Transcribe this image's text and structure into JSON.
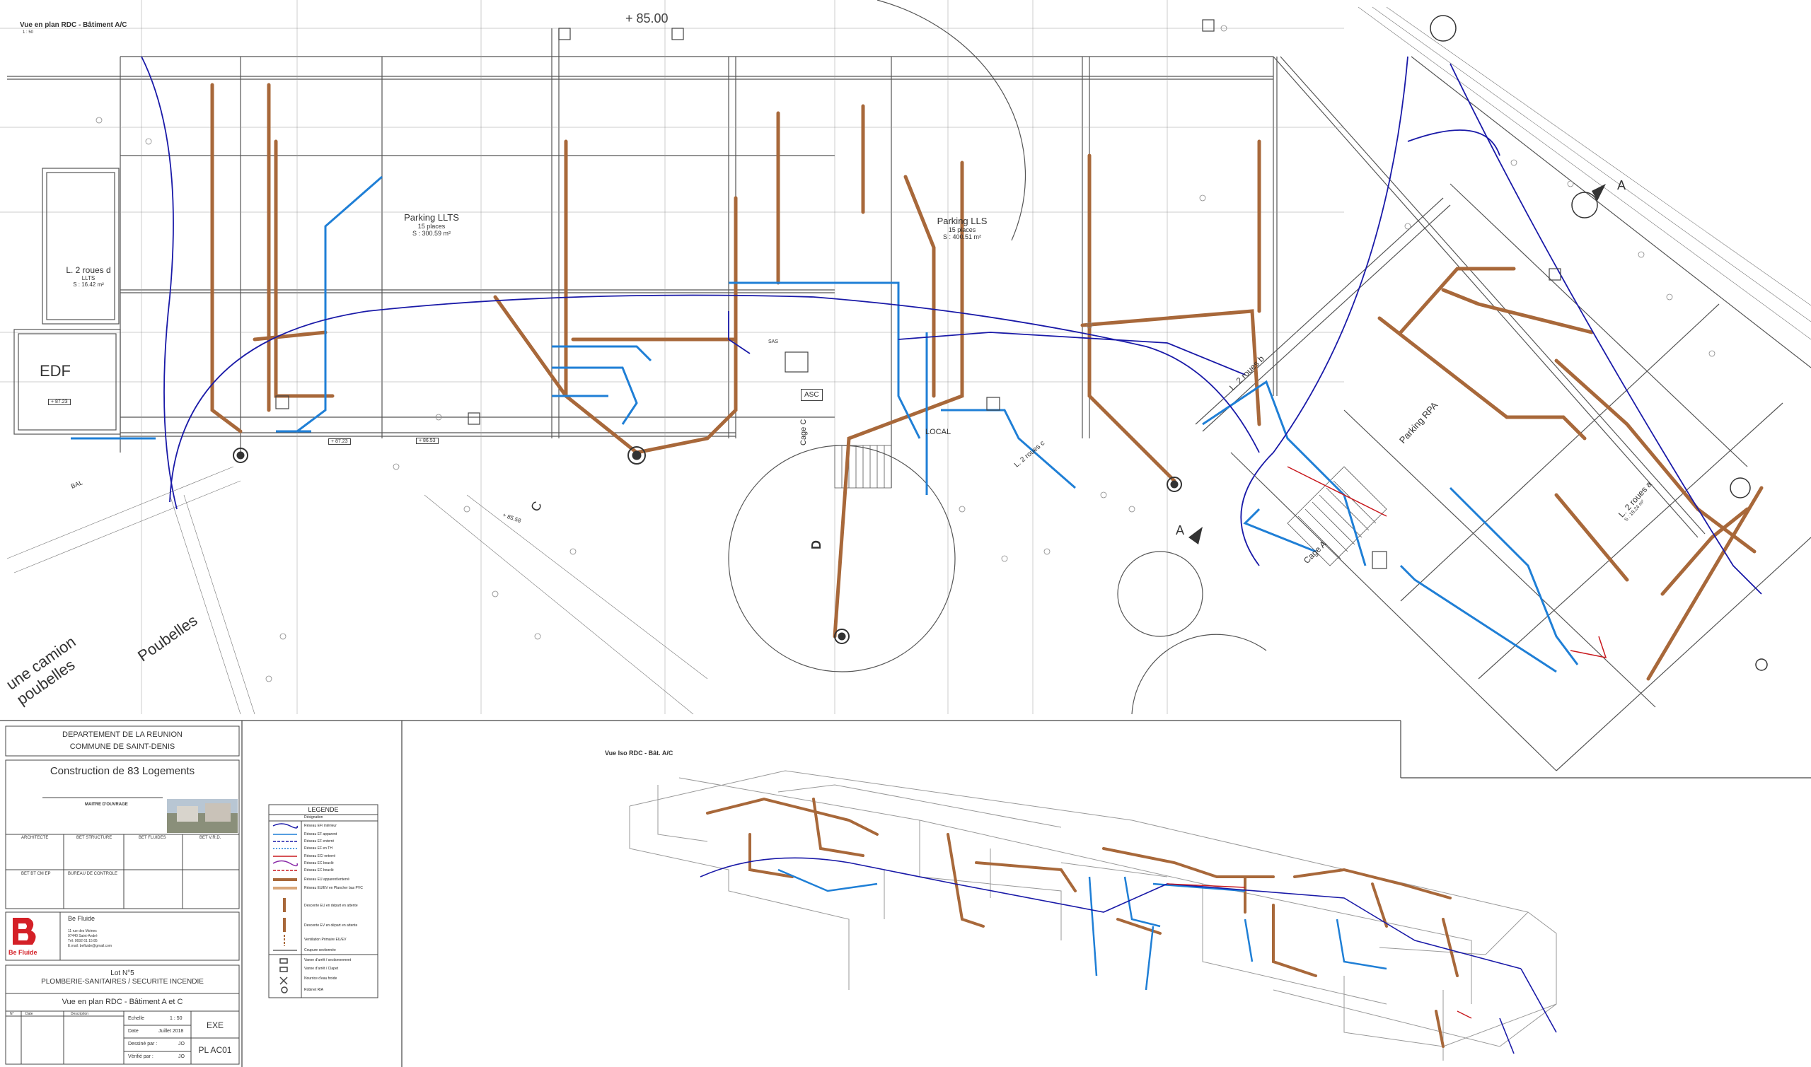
{
  "drawing": {
    "plan_title": "Vue en plan RDC - Bâtiment A/C",
    "plan_scale": "1 : 50",
    "iso_title": "Vue Iso RDC - Bât. A/C",
    "level_mark": "+ 85.00",
    "colors": {
      "water": "#1f7fd6",
      "cold": "#1a1aa8",
      "hot": "#c8191e",
      "drain": "#a8683a",
      "wall": "#555555"
    }
  },
  "rooms": [
    {
      "name": "Parking LLTS",
      "line2": "15 places",
      "line3": "S : 300.59 m²"
    },
    {
      "name": "Parking LLS",
      "line2": "15 places",
      "line3": "S : 400.51 m²"
    },
    {
      "name": "L. 2 roues d",
      "line2": "LLTS",
      "line3": "S : 16.42 m²"
    },
    {
      "name": "EDF"
    },
    {
      "name": "Parking RPA"
    },
    {
      "name": "L. 2 roues a",
      "line3": "S : 18.24 m²"
    },
    {
      "name": "L. 2 roues b"
    },
    {
      "name": "L. 2 roues c"
    },
    {
      "name": "LOCAL"
    },
    {
      "name": "Cage C"
    },
    {
      "name": "Cage A"
    },
    {
      "name": "ASC"
    },
    {
      "name": "SAS"
    },
    {
      "name": "BAL"
    },
    {
      "name": "Poubelles"
    },
    {
      "name": "une camion poubelles"
    }
  ],
  "levels": [
    "+ 87.23",
    "+ 87.23",
    "+ 86.53",
    "+ 85.58"
  ],
  "sections": {
    "a": "A",
    "c": "C",
    "d": "D"
  },
  "title_block": {
    "department": "DEPARTEMENT DE LA REUNION",
    "commune": "COMMUNE DE SAINT-DENIS",
    "project": "Construction de 83 Logements",
    "owner": "MAITRE D'OUVRAGE",
    "roles": [
      "ARCHITECTE",
      "BET STRUCTURE",
      "BET FLUIDES",
      "BET V.R.D."
    ],
    "roles2": [
      "BET BT CM EP",
      "BUREAU DE CONTROLE"
    ],
    "company": "Be Fluide",
    "company_logo_text": "Be Fluide",
    "address": [
      "11 rue des Moines",
      "97440 Saint-André",
      "Tél: 0692 61 15 85",
      "E.mail: befluide@gmail.com"
    ],
    "lot": "Lot N°5",
    "lot_desc": "PLOMBERIE-SANITAIRES / SECURITE INCENDIE",
    "sheet_title": "Vue en plan RDC - Bâtiment A et C",
    "rev_headers": [
      "N°",
      "Date",
      "Description"
    ],
    "meta": [
      {
        "k": "Echelle",
        "v": "1 : 50"
      },
      {
        "k": "Date",
        "v": "Juillet 2018"
      },
      {
        "k": "Dessiné par :",
        "v": "JO"
      },
      {
        "k": "Vérifié par :",
        "v": "JO"
      }
    ],
    "phase": "EXE",
    "sheet_no": "PL AC01"
  },
  "legend": {
    "title": "LEGENDE",
    "subtitle": "Désignation",
    "items": [
      "Réseau EF/ intérieur",
      "Réseau EF apparent",
      "Réseau EF enterré",
      "Réseau EF en TH",
      "Réseau EC/ enterré",
      "Réseau EC bouclé",
      "Réseau EC bouclé",
      "Réseau EU apparent/enterré",
      "Réseau EU/EV en Plancher bas PVC",
      "Descente EU en départ en attente",
      "Descente EV en départ en attente",
      "Ventilation Primaire EU/EV",
      "Coupure sectionnée",
      "Vanne d'arrêt / sectionnement",
      "Vanne d'arrêt / Clapet",
      "Nourrice d'eau froide",
      "Robinet RIA"
    ]
  }
}
